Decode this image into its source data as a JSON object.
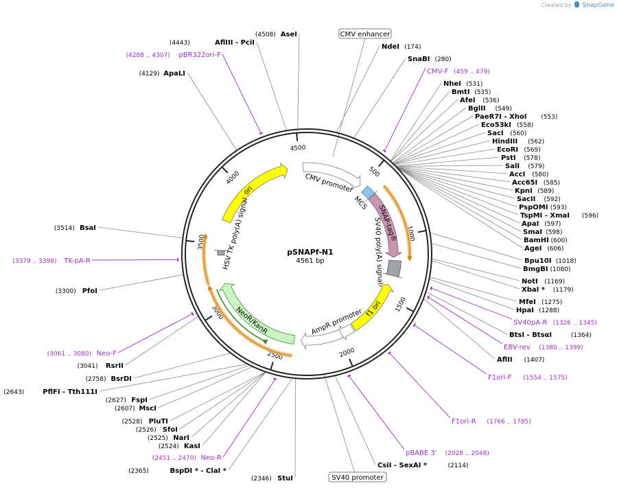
{
  "credit": {
    "prefix": "Created by",
    "brand": "SnapGene"
  },
  "plasmid": {
    "name": "pSNAPf-N1",
    "size": "4561 bp"
  },
  "ticks": [
    "500",
    "1000",
    "1500",
    "2000",
    "2500",
    "3000",
    "3500",
    "4000",
    "4500"
  ],
  "features": [
    {
      "label": "CMV enhancer",
      "boxed": true
    },
    {
      "label": "CMV promoter"
    },
    {
      "label": "MCS"
    },
    {
      "label": "SNAP-tag®"
    },
    {
      "label": "SV40 poly(A) signal"
    },
    {
      "label": "f1 ori"
    },
    {
      "label": "AmpR promoter"
    },
    {
      "label": "SV40 promoter",
      "boxed": true
    },
    {
      "label": "NeoR/KanR"
    },
    {
      "label": "HSV TK poly(A) signal"
    },
    {
      "label": "ori"
    }
  ],
  "sites_right": [
    {
      "name": "NdeI",
      "pos": "(174)"
    },
    {
      "name": "SnaBI",
      "pos": "(280)"
    },
    {
      "name": "NheI",
      "pos": "(531)"
    },
    {
      "name": "BmtI",
      "pos": "(535)"
    },
    {
      "name": "AfeI",
      "pos": "(536)"
    },
    {
      "name": "BglII",
      "pos": "(549)"
    },
    {
      "name": "PaeR7I  - XhoI",
      "pos": "(553)"
    },
    {
      "name": "Eco53kI",
      "pos": "(558)"
    },
    {
      "name": "SacI",
      "pos": "(560)"
    },
    {
      "name": "HindIII",
      "pos": "(562)"
    },
    {
      "name": "EcoRI",
      "pos": "(569)"
    },
    {
      "name": "PstI",
      "pos": "(578)"
    },
    {
      "name": "SalI",
      "pos": "(579)"
    },
    {
      "name": "AccI",
      "pos": "(580)"
    },
    {
      "name": "Acc65I",
      "pos": "(585)"
    },
    {
      "name": "KpnI",
      "pos": "(589)"
    },
    {
      "name": "SacII",
      "pos": "(592)"
    },
    {
      "name": "PspOMI",
      "pos": "(593)"
    },
    {
      "name": "TspMI  - XmaI",
      "pos": "(596)"
    },
    {
      "name": "ApaI",
      "pos": "(597)"
    },
    {
      "name": "SmaI",
      "pos": "(598)"
    },
    {
      "name": "BamHI",
      "pos": "(600)"
    },
    {
      "name": "AgeI",
      "pos": "(606)"
    },
    {
      "name": "Bpu10I",
      "pos": "(1018)"
    },
    {
      "name": "BmgBI",
      "pos": "(1080)"
    },
    {
      "name": "NotI",
      "pos": "(1169)"
    },
    {
      "name": "XbaI *",
      "pos": "(1179)"
    },
    {
      "name": "MfeI",
      "pos": "(1275)"
    },
    {
      "name": "HpaI",
      "pos": "(1288)"
    },
    {
      "name": "BtsI  - BtsαI",
      "pos": "(1364)"
    },
    {
      "name": "AflII",
      "pos": "(1407)"
    },
    {
      "name": "CsiI  - SexAI *",
      "pos": "(2114)"
    }
  ],
  "sites_left": [
    {
      "name": "AseI",
      "pos": "(4508)"
    },
    {
      "name": "AflIII  - PciI",
      "pos": "(4443)"
    },
    {
      "name": "ApaLI",
      "pos": "(4129)"
    },
    {
      "name": "BsaI",
      "pos": "(3514)"
    },
    {
      "name": "PfoI",
      "pos": "(3300)"
    },
    {
      "name": "RsrII",
      "pos": "(3041)"
    },
    {
      "name": "BsrDI",
      "pos": "(2758)"
    },
    {
      "name": "PflFI  - Tth111I",
      "pos": "(2643)"
    },
    {
      "name": "FspI",
      "pos": "(2627)"
    },
    {
      "name": "MscI",
      "pos": "(2607)"
    },
    {
      "name": "PluTI",
      "pos": "(2528)"
    },
    {
      "name": "SfoI",
      "pos": "(2526)"
    },
    {
      "name": "NarI",
      "pos": "(2525)"
    },
    {
      "name": "KasI",
      "pos": "(2524)"
    },
    {
      "name": "BspDI *  - ClaI *",
      "pos": "(2365)"
    },
    {
      "name": "StuI",
      "pos": "(2346)"
    }
  ],
  "primers": [
    {
      "name": "CMV-F",
      "range": "(459 .. 479)"
    },
    {
      "name": "SV40pA-R",
      "range": "(1326 .. 1345)"
    },
    {
      "name": "EBV-rev",
      "range": "(1380 .. 1399)"
    },
    {
      "name": "F1ori-F",
      "range": "(1554 .. 1575)"
    },
    {
      "name": "F1ori-R",
      "range": "(1766 .. 1785)"
    },
    {
      "name": "pBABE 3'",
      "range": "(2028 .. 2048)"
    },
    {
      "name": "Neo-R",
      "range": "(2451 .. 2470)"
    },
    {
      "name": "Neo-F",
      "range": "(3061 .. 3080)"
    },
    {
      "name": "TK-pA-R",
      "range": "(3379 .. 3398)"
    },
    {
      "name": "pBR322ori-F",
      "range": "(4288 .. 4307)"
    }
  ],
  "colors": {
    "backbone": "#222222",
    "primer": "#9b30c8",
    "leader": "#888888",
    "ori": "#ffff00",
    "snap_tag": "#c896b0",
    "mcs": "#8ec4ea",
    "neo": "#c8f5c0",
    "promoter": "#ffffff",
    "signal": "#a0a4a8",
    "orf_highlight": "#f0b050",
    "orf_arrow": "#c88a2a",
    "orf_green": "#3a8f2a"
  }
}
